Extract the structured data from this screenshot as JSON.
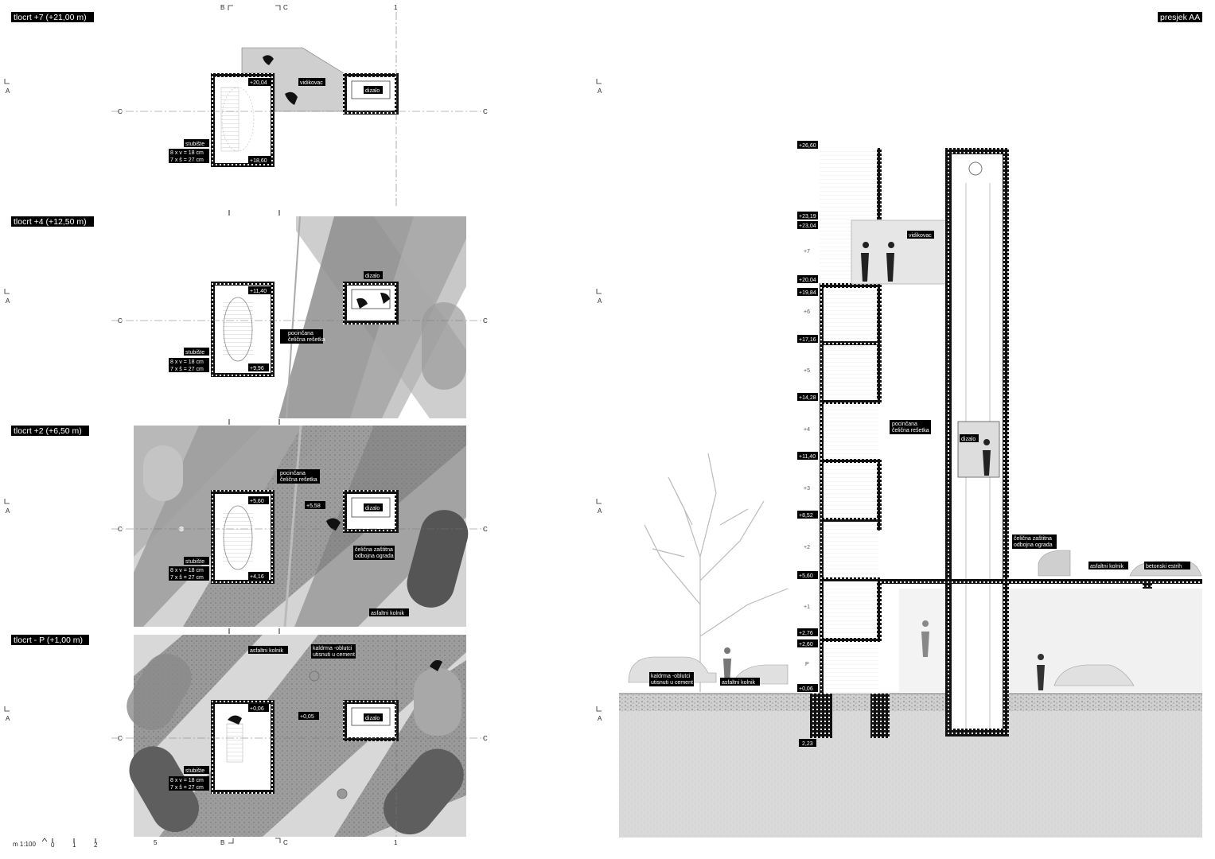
{
  "plans": [
    {
      "title": "tlocrt +7 (+21,00 m)",
      "labels": {
        "viewpoint": "vidikovac",
        "elevator": "dizalo",
        "stair": "stubište",
        "risers": "8 x v = 18 cm",
        "treads": "7 x š = 27 cm"
      },
      "levels": {
        "top": "+20,04",
        "bottom": "+18,60"
      }
    },
    {
      "title": "tlocrt +4 (+12,50 m)",
      "labels": {
        "elevator": "dizalo",
        "grating": "pocinčana čelična rešetka",
        "stair": "stubište",
        "risers": "8 x v = 18 cm",
        "treads": "7 x š = 27 cm"
      },
      "levels": {
        "top": "+11,40",
        "bottom": "+9,96"
      }
    },
    {
      "title": "tlocrt +2 (+6,50 m)",
      "labels": {
        "elevator": "dizalo",
        "grating": "pocinčana čelična rešetka",
        "stair": "stubište",
        "risers": "8 x v = 18 cm",
        "treads": "7 x š = 27 cm",
        "barrier": "čelična zaštitna odbojna ograda",
        "road": "asfaltni kolnik"
      },
      "levels": {
        "top": "+5,60",
        "bottom": "+4,16",
        "extra": "+5,58"
      }
    },
    {
      "title": "tlocrt - P (+1,00 m)",
      "labels": {
        "elevator": "dizalo",
        "stair": "stubište",
        "road": "asfaltni kolnik",
        "cobble": "kaldrma -oblutci utisnuti u cement",
        "risers": "8 x v = 18 cm",
        "treads": "7 x š = 27 cm"
      },
      "levels": {
        "top": "+0,06",
        "extra": "+0,05"
      }
    }
  ],
  "section": {
    "title": "presjek AA",
    "levels": [
      "+26,60",
      "+23,19",
      "+23,04",
      "+20,04",
      "+19,84",
      "+17,16",
      "+14,28",
      "+11,40",
      "+8,52",
      "+5,60",
      "+2,76",
      "+2,60",
      "+0,06",
      "2,23"
    ],
    "floors": [
      "+7",
      "+6",
      "+5",
      "+4",
      "+3",
      "+2",
      "+1",
      "P"
    ],
    "labels": {
      "viewpoint": "vidikovac",
      "grating": "pocinčana čelična rešetka",
      "elevator": "dizalo",
      "barrier": "čelična zaštitna odbojna ograda",
      "road": "asfaltni kolnik",
      "screed": "betonski estrih",
      "cobble": "kaldrma -oblutci utisnuti u cement"
    }
  },
  "axes": {
    "a": "A",
    "b": "B",
    "c": "C",
    "one": "1",
    "five": "5"
  },
  "scale": {
    "label": "m 1:100",
    "ticks": [
      "0",
      "1",
      "2"
    ]
  },
  "colors": {
    "wall": "#1a1a1a",
    "label_bg": "#000000",
    "asphalt": "#8a8a8a",
    "light": "#d6d6d6",
    "ground": "#d9d9d9"
  }
}
